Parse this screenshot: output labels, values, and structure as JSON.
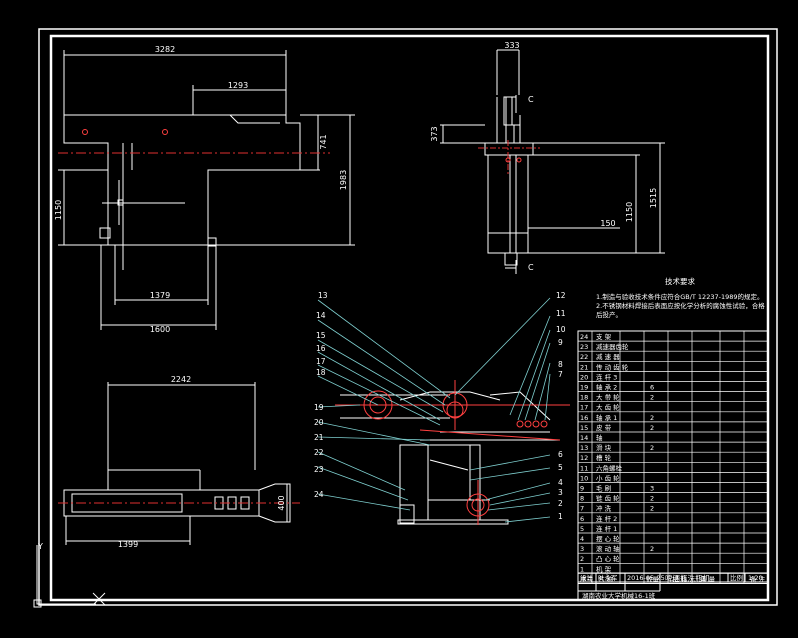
{
  "dimensions": {
    "d3282": "3282",
    "d1293": "1293",
    "d741": "741",
    "d1983": "1983",
    "d1150a": "1150",
    "d1379": "1379",
    "d1600": "1600",
    "d333": "333",
    "d373": "373",
    "d1150b": "1150",
    "d1515": "1515",
    "d150": "150",
    "d2242": "2242",
    "d1399": "1399",
    "d400": "400"
  },
  "section_marks": {
    "top": "C",
    "bottom": "C"
  },
  "tech": {
    "title": "技术要求",
    "lines": [
      "1.制造与验收技术条件应符合GB/T 12237-1989的规定。",
      "2.不锈钢材料焊接后表面应按化学分析的腐蚀性试验，合格",
      "后投产。"
    ]
  },
  "callouts": {
    "c1": "1",
    "c2": "2",
    "c3": "3",
    "c4": "4",
    "c5": "5",
    "c6": "6",
    "c7": "7",
    "c8": "8",
    "c9": "9",
    "c10": "10",
    "c11": "11",
    "c12": "12",
    "c13": "13",
    "c14": "14",
    "c15": "15",
    "c16": "16",
    "c17": "17",
    "c18": "18",
    "c19": "19",
    "c20": "20",
    "c21": "21",
    "c22": "22",
    "c23": "23",
    "c24": "24"
  },
  "bom": {
    "rows": [
      {
        "no": "24",
        "name": "支 架",
        "qty": ""
      },
      {
        "no": "23",
        "name": "减速器齿轮",
        "qty": ""
      },
      {
        "no": "22",
        "name": "减 速 器",
        "qty": ""
      },
      {
        "no": "21",
        "name": "传 动 齿 轮",
        "qty": ""
      },
      {
        "no": "20",
        "name": "连 杆 3",
        "qty": ""
      },
      {
        "no": "19",
        "name": "轴 承 2",
        "qty": "6"
      },
      {
        "no": "18",
        "name": "大 带 轮",
        "qty": "2"
      },
      {
        "no": "17",
        "name": "大 齿 轮",
        "qty": ""
      },
      {
        "no": "16",
        "name": "轴 承 1",
        "qty": "2"
      },
      {
        "no": "15",
        "name": "皮 带",
        "qty": "2"
      },
      {
        "no": "14",
        "name": "轴",
        "qty": ""
      },
      {
        "no": "13",
        "name": "滑 块",
        "qty": "2"
      },
      {
        "no": "12",
        "name": "槽 轮",
        "qty": ""
      },
      {
        "no": "11",
        "name": "六角螺栓",
        "qty": ""
      },
      {
        "no": "10",
        "name": "小 齿 轮",
        "qty": ""
      },
      {
        "no": "9",
        "name": "毛 刷",
        "qty": "3"
      },
      {
        "no": "8",
        "name": "链 齿 轮",
        "qty": "2"
      },
      {
        "no": "7",
        "name": "冲 洗",
        "qty": "2"
      },
      {
        "no": "6",
        "name": "连 杆 2",
        "qty": ""
      },
      {
        "no": "5",
        "name": "连 杆 1",
        "qty": ""
      },
      {
        "no": "4",
        "name": "摆 心 轮",
        "qty": ""
      },
      {
        "no": "3",
        "name": "滚 动 轴",
        "qty": "2"
      },
      {
        "no": "2",
        "name": "凸 心 轮",
        "qty": ""
      },
      {
        "no": "1",
        "name": "机 架",
        "qty": ""
      }
    ],
    "header": {
      "no": "序号",
      "name": "名 称",
      "qty": "数量",
      "material": "材 料",
      "mass": "重 量",
      "note": "备 注"
    }
  },
  "title_block": {
    "role": "设计",
    "designer": "叶永军",
    "date": "2016-05-25",
    "drawing_title": "啤酒瓶洗瓶机",
    "scale_label": "比例",
    "scale": "1:20",
    "school": "湖南农业大学机械16-1班"
  },
  "ucs": {
    "y": "Y",
    "x": "X"
  }
}
